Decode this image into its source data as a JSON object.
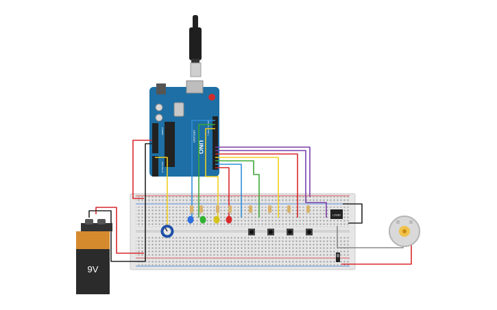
{
  "battery": {
    "label": "9V"
  },
  "arduino": {
    "model": "UNO",
    "brand": "ARDUINO",
    "digital_label": "DIGITAL (PWM~)",
    "analog_label": "ANALOG IN",
    "power_label": "POWER"
  },
  "motor_driver": {
    "label": "L293D"
  },
  "colors": {
    "breadboard": "#e6e6e6",
    "arduino_board": "#1d6fa5",
    "wire_red": "#d8262c",
    "wire_black": "#222222",
    "wire_yellow": "#f2cf1f",
    "wire_green": "#3ba836",
    "wire_blue": "#2f8ed8",
    "wire_purple": "#7a3ca8",
    "wire_gray": "#888888",
    "led_blue": "#2d6fe0",
    "led_green": "#2fb32f",
    "led_yellow": "#d6c21a",
    "led_red": "#d92a2a",
    "battery_top": "#d68a2e",
    "battery_body": "#2b2b2b"
  },
  "icons": {
    "usb": "usb-cable-icon",
    "potentiometer": "potentiometer-icon",
    "motor": "dc-motor-icon",
    "switch": "slide-switch-icon"
  }
}
